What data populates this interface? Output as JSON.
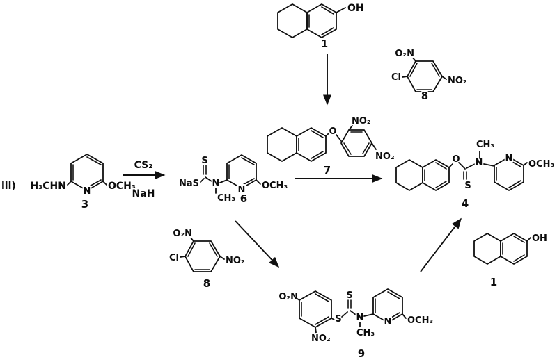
{
  "figure": {
    "step_label": "iii)",
    "reagents": {
      "cs2": "CS₂",
      "nah": "NaH"
    },
    "compound_labels": {
      "c1_top": "1",
      "c8_top": "8",
      "c3": "3",
      "c6": "6",
      "c7": "7",
      "c4": "4",
      "c8_bottom": "8",
      "c9": "9",
      "c1_bottom": "1"
    },
    "atoms": {
      "oh": "OH",
      "o": "O",
      "o2n": "O₂N",
      "no2": "NO₂",
      "cl": "Cl",
      "n": "N",
      "s": "S",
      "nas": "NaS",
      "ch3": "CH₃",
      "och3": "OCH₃",
      "h3chn": "H₃CHN"
    }
  }
}
